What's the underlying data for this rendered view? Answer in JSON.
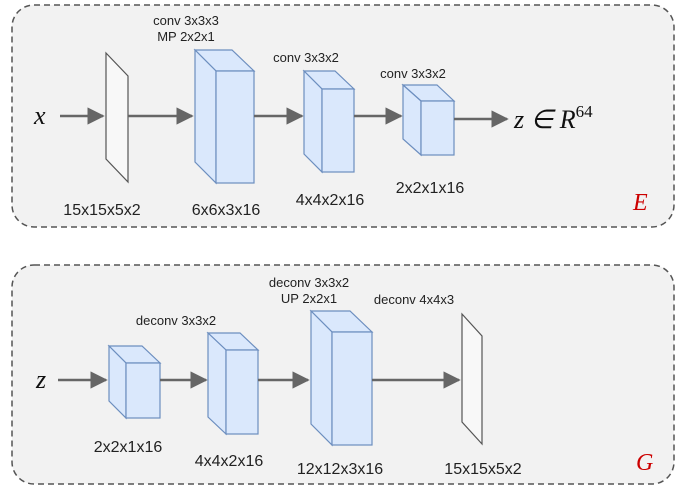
{
  "encoder": {
    "input_symbol": "x",
    "output_text": "z ∈ R",
    "output_superscript": "64",
    "panel_letter": "E",
    "ops": {
      "op1_line1": "conv 3x3x3",
      "op1_line2": "MP 2x2x1",
      "op2": "conv 3x3x2",
      "op3": "conv 3x3x2"
    },
    "shapes": {
      "input": "15x15x5x2",
      "layer1": "6x6x3x16",
      "layer2": "4x4x2x16",
      "layer3": "2x2x1x16"
    }
  },
  "generator": {
    "input_symbol": "z",
    "panel_letter": "G",
    "ops": {
      "op1": "deconv 3x3x2",
      "op2_line1": "deconv 3x3x2",
      "op2_line2": "UP 2x2x1",
      "op3": "deconv 4x4x3"
    },
    "shapes": {
      "layer1": "2x2x1x16",
      "layer2": "4x4x2x16",
      "layer3": "12x12x3x16",
      "output": "15x15x5x2"
    }
  },
  "colors": {
    "panel_fill": "#f2f2f2",
    "panel_border": "#555555",
    "block_fill": "#dae8fc",
    "block_stroke": "#6c8ebf",
    "arrow": "#666666",
    "panel_letter": "#cc0000"
  }
}
